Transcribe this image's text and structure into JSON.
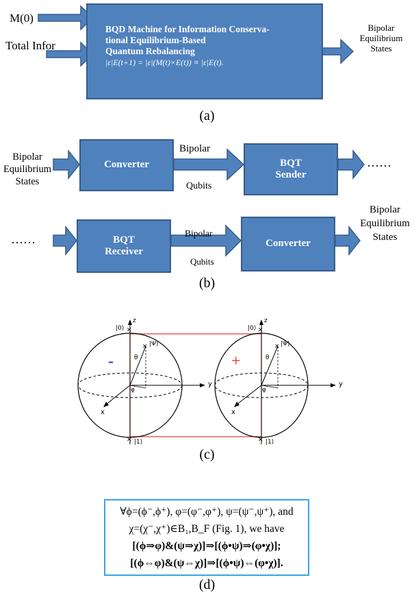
{
  "panel_a": {
    "input1": "M(0)",
    "input2": "Total Infor",
    "title_line1": "BQD Machine for Information Conserva-",
    "title_line2": "tional Equilibrium-Based",
    "title_line3": "Quantum Rebalancing",
    "equation": "|ε|E(t+1) = |ε|(M(t)×E(t)) ≡ |ε|E(t).",
    "output_line1": "Bipolar",
    "output_line2": "Equilibrium",
    "output_line3": "States",
    "caption": "(a)"
  },
  "panel_b": {
    "row1": {
      "input_line1": "Bipolar",
      "input_line2": "Equilibrium",
      "input_line3": "States",
      "converter_label": "Converter",
      "mid_top": "Bipolar",
      "mid_bottom": "Qubits",
      "sender_line1": "BQT",
      "sender_line2": "Sender",
      "trailing": "……"
    },
    "row2": {
      "leading": "……",
      "receiver_line1": "BQT",
      "receiver_line2": "Receiver",
      "mid_top": "Bipolar",
      "mid_bottom": "Qubits",
      "converter_label": "Converter",
      "output_line1": "Bipolar",
      "output_line2": "Equilibrium",
      "output_line3": "States"
    },
    "caption": "(b)"
  },
  "panel_c": {
    "left_sign": "-",
    "right_sign": "+",
    "ket0": "|0⟩",
    "ket1": "|1⟩",
    "psi": "|Ψ⟩",
    "axis_z": "z",
    "axis_y": "y",
    "axis_x": "x",
    "theta": "θ",
    "phi": "φ",
    "caption": "(c)"
  },
  "panel_d": {
    "line1": "∀ϕ=(ϕ⁻,ϕ⁺), φ=(φ⁻,φ⁺), ψ=(ψ⁻,ψ⁺), and",
    "line2": "χ=(χ⁻,χ⁺)∈B₁,B_F (Fig. 1), we have",
    "line3": "[(ϕ⇒φ)&(ψ⇒χ)]⇒[(ϕ•ψ)⇒(φ•χ)];",
    "line4": "[(ϕ⇔φ)&(ψ⇔χ)]⇒[(ϕ•ψ)⇔(φ•χ)].",
    "caption": "(d)"
  },
  "colors": {
    "box_fill": "#4f81bd",
    "box_border": "#385d8a",
    "sphere_link": "#e8463c",
    "formula_border": "#33a6e8"
  }
}
